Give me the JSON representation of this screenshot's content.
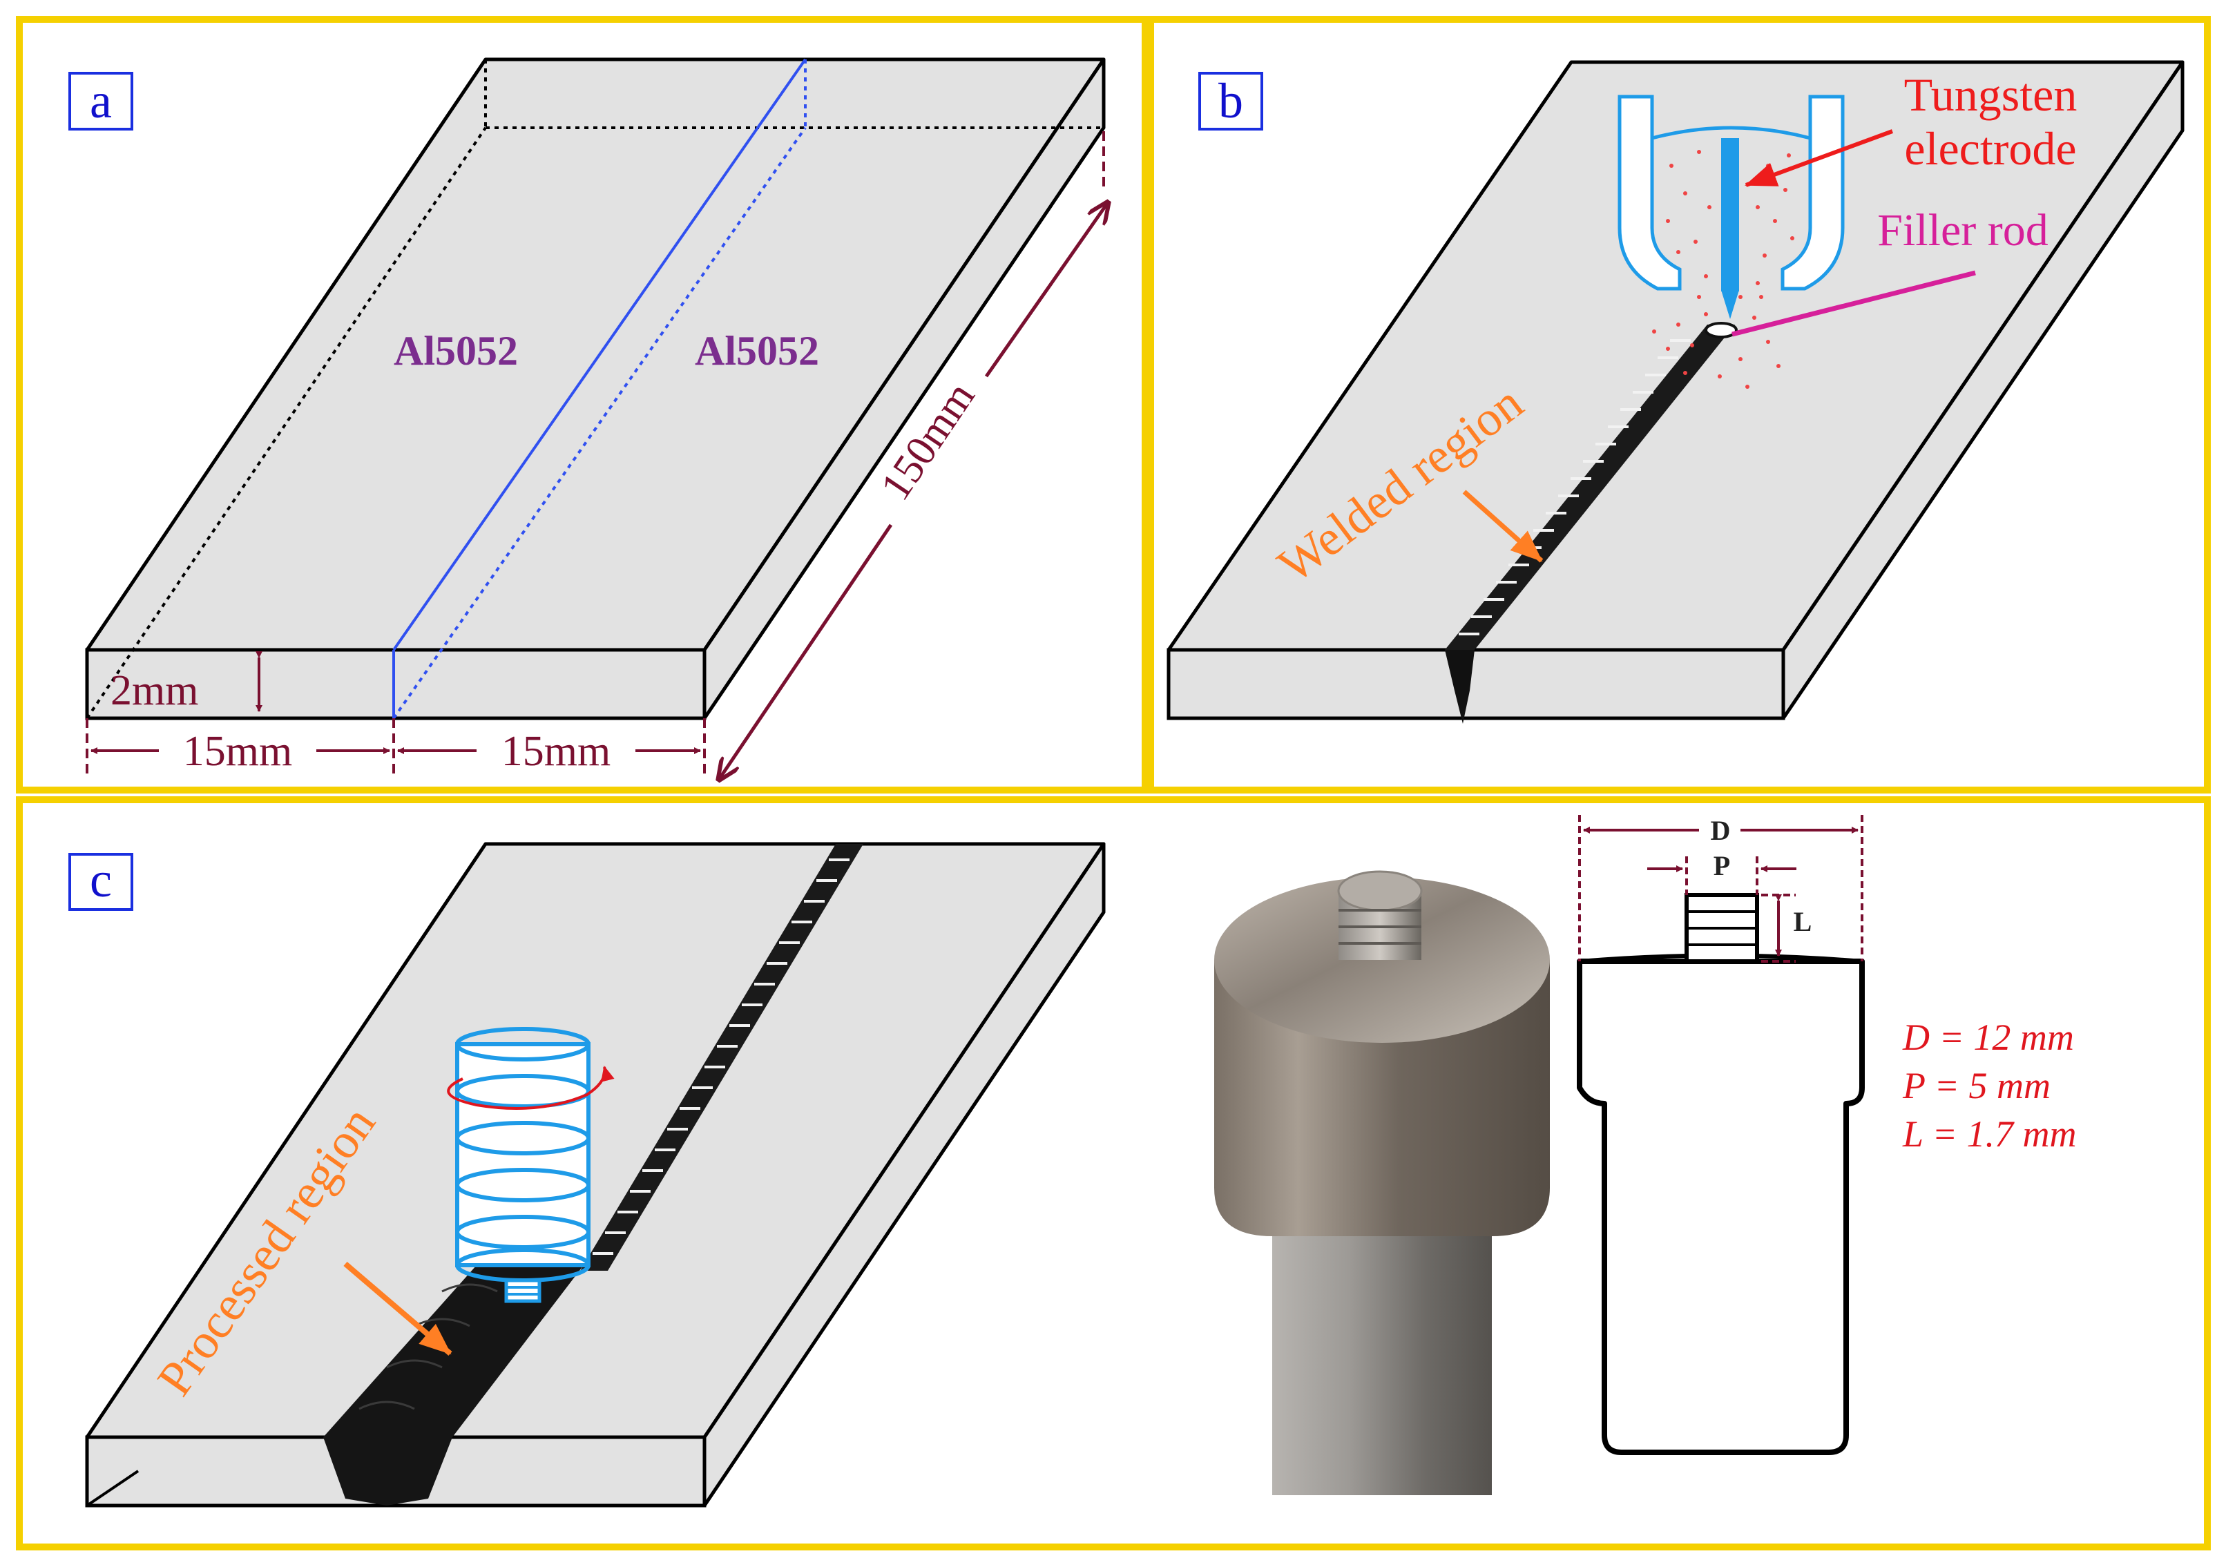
{
  "panels": {
    "a": {
      "tag": "a",
      "plate_left": "Al5052",
      "plate_right": "Al5052",
      "thickness": "2mm",
      "width_left": "15mm",
      "width_right": "15mm",
      "length": "150mm"
    },
    "b": {
      "tag": "b",
      "electrode_label_line1": "Tungsten",
      "electrode_label_line2": "electrode",
      "filler_label": "Filler rod",
      "weld_label": "Welded region"
    },
    "c": {
      "tag": "c",
      "processed_label": "Processed region",
      "tool_dims": {
        "d": "D",
        "p": "P",
        "l": "L"
      },
      "formulas": [
        "D = 12 mm",
        "P = 5 mm",
        "L = 1.7 mm"
      ]
    }
  },
  "colors": {
    "frame": "#f5d000",
    "plate_fill": "#e2e2e2",
    "tag_border": "#1a2fe0",
    "dimension": "#7a1030",
    "callout_red": "#ee1c1c",
    "callout_magenta": "#d6209a",
    "callout_orange": "#ff7f24",
    "tool_blue": "#1e9be8",
    "joint_line": "#3050f0"
  }
}
